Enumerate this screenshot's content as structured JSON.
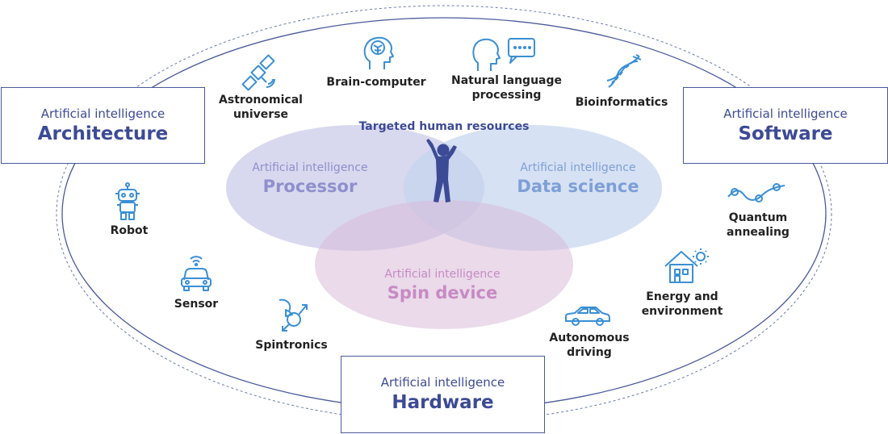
{
  "corner_boxes": {
    "architecture": {
      "small": "Artificial intelligence",
      "big": "Architecture"
    },
    "software": {
      "small": "Artificial intelligence",
      "big": "Software"
    },
    "hardware": {
      "small": "Artificial intelligence",
      "big": "Hardware"
    }
  },
  "venn": {
    "processor": {
      "small": "Artificial intelligence",
      "big": "Processor"
    },
    "data_science": {
      "small": "Artificial intelligence",
      "big": "Data science"
    },
    "spin_device": {
      "small": "Artificial intelligence",
      "big": "Spin device"
    },
    "center_label": "Targeted human resources"
  },
  "fields": {
    "astronomical": {
      "line1": "Astronomical",
      "line2": "universe"
    },
    "brain_computer": {
      "line1": "Brain-computer"
    },
    "nlp": {
      "line1": "Natural language",
      "line2": "processing"
    },
    "bioinformatics": {
      "line1": "Bioinformatics"
    },
    "robot": {
      "line1": "Robot"
    },
    "sensor": {
      "line1": "Sensor"
    },
    "spintronics": {
      "line1": "Spintronics"
    },
    "quantum": {
      "line1": "Quantum",
      "line2": "annealing"
    },
    "energy": {
      "line1": "Energy and",
      "line2": "environment"
    },
    "autonomous": {
      "line1": "Autonomous",
      "line2": "driving"
    }
  },
  "colors": {
    "frame": "#4a5a9a",
    "icon": "#3a8fd4",
    "processor_circle": "#c8c8e8",
    "data_science_circle": "#c5d4ee",
    "spin_circle": "#dcc5dc",
    "figure": "#3d4a95"
  }
}
